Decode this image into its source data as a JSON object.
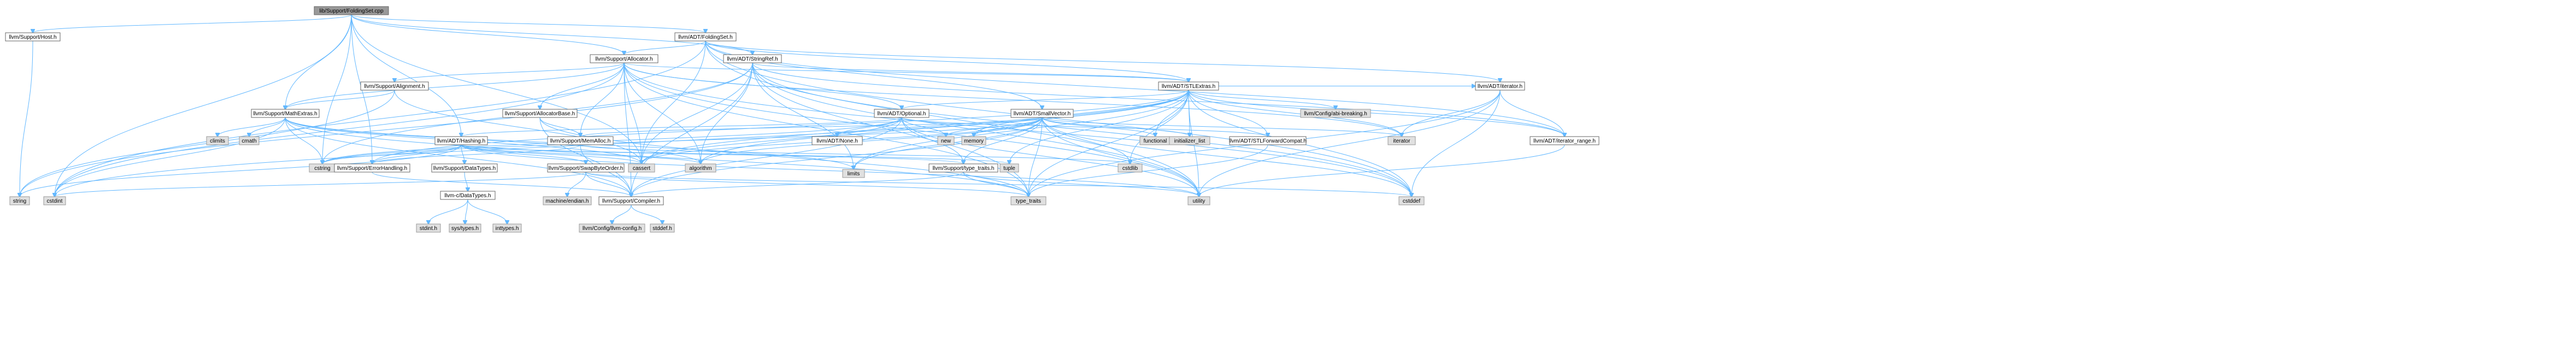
{
  "diagram": {
    "type": "include-dependency-graph",
    "colors": {
      "edge": "#63b8ff",
      "root_fill": "#999999",
      "external_fill": "#e0e0e0",
      "internal_fill": "#ffffff",
      "border": "#666666"
    },
    "nodes": [
      {
        "id": "root",
        "label": "lib/Support/FoldingSet.cpp",
        "kind": "root"
      },
      {
        "id": "host",
        "label": "llvm/Support/Host.h",
        "kind": "internal"
      },
      {
        "id": "foldingset",
        "label": "llvm/ADT/FoldingSet.h",
        "kind": "internal"
      },
      {
        "id": "allocator",
        "label": "llvm/Support/Allocator.h",
        "kind": "internal"
      },
      {
        "id": "stringref",
        "label": "llvm/ADT/StringRef.h",
        "kind": "internal"
      },
      {
        "id": "alignment",
        "label": "llvm/Support/Alignment.h",
        "kind": "internal"
      },
      {
        "id": "stlextras",
        "label": "llvm/ADT/STLExtras.h",
        "kind": "internal"
      },
      {
        "id": "breaking",
        "label": "llvm/Config/abi-breaking.h",
        "kind": "external"
      },
      {
        "id": "adtiterator",
        "label": "llvm/ADT/iterator.h",
        "kind": "internal"
      },
      {
        "id": "mathextras",
        "label": "llvm/Support/MathExtras.h",
        "kind": "internal"
      },
      {
        "id": "allocatorbase",
        "label": "llvm/Support/AllocatorBase.h",
        "kind": "internal"
      },
      {
        "id": "optional",
        "label": "llvm/ADT/Optional.h",
        "kind": "internal"
      },
      {
        "id": "smallvector",
        "label": "llvm/ADT/SmallVector.h",
        "kind": "internal"
      },
      {
        "id": "climits",
        "label": "climits",
        "kind": "external"
      },
      {
        "id": "cmath",
        "label": "cmath",
        "kind": "external"
      },
      {
        "id": "hashing",
        "label": "llvm/ADT/Hashing.h",
        "kind": "internal"
      },
      {
        "id": "memalloc",
        "label": "llvm/Support/MemAlloc.h",
        "kind": "internal"
      },
      {
        "id": "none",
        "label": "llvm/ADT/None.h",
        "kind": "internal"
      },
      {
        "id": "new",
        "label": "new",
        "kind": "external"
      },
      {
        "id": "memory",
        "label": "memory",
        "kind": "external"
      },
      {
        "id": "functional",
        "label": "functional",
        "kind": "external"
      },
      {
        "id": "initlist",
        "label": "initializer_list",
        "kind": "external"
      },
      {
        "id": "stlfwd",
        "label": "llvm/ADT/STLForwardCompat.h",
        "kind": "internal"
      },
      {
        "id": "iterator",
        "label": "iterator",
        "kind": "external"
      },
      {
        "id": "iterrange",
        "label": "llvm/ADT/iterator_range.h",
        "kind": "internal"
      },
      {
        "id": "limits",
        "label": "limits",
        "kind": "external"
      },
      {
        "id": "cstring",
        "label": "cstring",
        "kind": "external"
      },
      {
        "id": "errorhandling",
        "label": "llvm/Support/ErrorHandling.h",
        "kind": "internal"
      },
      {
        "id": "datatypes",
        "label": "llvm/Support/DataTypes.h",
        "kind": "internal"
      },
      {
        "id": "swapbyteorder",
        "label": "llvm/Support/SwapByteOrder.h",
        "kind": "internal"
      },
      {
        "id": "cassert",
        "label": "cassert",
        "kind": "external"
      },
      {
        "id": "algorithm",
        "label": "algorithm",
        "kind": "external"
      },
      {
        "id": "typetraits",
        "label": "llvm/Support/type_traits.h",
        "kind": "internal"
      },
      {
        "id": "tuple",
        "label": "tuple",
        "kind": "external"
      },
      {
        "id": "cstdlib",
        "label": "cstdlib",
        "kind": "external"
      },
      {
        "id": "string",
        "label": "string",
        "kind": "external"
      },
      {
        "id": "cstdint",
        "label": "cstdint",
        "kind": "external"
      },
      {
        "id": "cdatatypes",
        "label": "llvm-c/DataTypes.h",
        "kind": "internal"
      },
      {
        "id": "endian",
        "label": "machine/endian.h",
        "kind": "external"
      },
      {
        "id": "compiler",
        "label": "llvm/Support/Compiler.h",
        "kind": "internal"
      },
      {
        "id": "std_type_traits",
        "label": "type_traits",
        "kind": "external"
      },
      {
        "id": "utility",
        "label": "utility",
        "kind": "external"
      },
      {
        "id": "cstddef",
        "label": "cstddef",
        "kind": "external"
      },
      {
        "id": "stdint",
        "label": "stdint.h",
        "kind": "external"
      },
      {
        "id": "systypes",
        "label": "sys/types.h",
        "kind": "external"
      },
      {
        "id": "inttypes",
        "label": "inttypes.h",
        "kind": "external"
      },
      {
        "id": "llvmconfig",
        "label": "llvm/Config/llvm-config.h",
        "kind": "external"
      },
      {
        "id": "stddef",
        "label": "stddef.h",
        "kind": "external"
      }
    ],
    "edges": [
      [
        "root",
        "host"
      ],
      [
        "root",
        "foldingset"
      ],
      [
        "root",
        "allocator"
      ],
      [
        "root",
        "stringref"
      ],
      [
        "root",
        "mathextras"
      ],
      [
        "root",
        "hashing"
      ],
      [
        "root",
        "errorhandling"
      ],
      [
        "root",
        "cassert"
      ],
      [
        "root",
        "cstring"
      ],
      [
        "root",
        "cstdint"
      ],
      [
        "host",
        "string"
      ],
      [
        "foldingset",
        "allocator"
      ],
      [
        "foldingset",
        "stlextras"
      ],
      [
        "foldingset",
        "adtiterator"
      ],
      [
        "foldingset",
        "smallvector"
      ],
      [
        "foldingset",
        "iterrange"
      ],
      [
        "foldingset",
        "cassert"
      ],
      [
        "foldingset",
        "cstddef"
      ],
      [
        "foldingset",
        "cstdint"
      ],
      [
        "foldingset",
        "utility"
      ],
      [
        "allocator",
        "alignment"
      ],
      [
        "allocator",
        "stlextras"
      ],
      [
        "allocator",
        "allocatorbase"
      ],
      [
        "allocator",
        "compiler"
      ],
      [
        "allocator",
        "mathextras"
      ],
      [
        "allocator",
        "memalloc"
      ],
      [
        "allocator",
        "algorithm"
      ],
      [
        "allocator",
        "cassert"
      ],
      [
        "allocator",
        "cstddef"
      ],
      [
        "allocator",
        "cstdint"
      ],
      [
        "allocator",
        "iterator"
      ],
      [
        "allocator",
        "optional"
      ],
      [
        "allocator",
        "std_type_traits"
      ],
      [
        "allocator",
        "utility"
      ],
      [
        "stringref",
        "stlextras"
      ],
      [
        "stringref",
        "iterrange"
      ],
      [
        "stringref",
        "compiler"
      ],
      [
        "stringref",
        "algorithm"
      ],
      [
        "stringref",
        "cassert"
      ],
      [
        "stringref",
        "cstddef"
      ],
      [
        "stringref",
        "cstring"
      ],
      [
        "stringref",
        "limits"
      ],
      [
        "stringref",
        "string"
      ],
      [
        "stringref",
        "std_type_traits"
      ],
      [
        "stringref",
        "utility"
      ],
      [
        "alignment",
        "mathextras"
      ],
      [
        "alignment",
        "cassert"
      ],
      [
        "alignment",
        "string"
      ],
      [
        "stlextras",
        "breaking"
      ],
      [
        "stlextras",
        "optional"
      ],
      [
        "stlextras",
        "stlfwd"
      ],
      [
        "stlextras",
        "adtiterator"
      ],
      [
        "stlextras",
        "iterrange"
      ],
      [
        "stlextras",
        "errorhandling"
      ],
      [
        "stlextras",
        "algorithm"
      ],
      [
        "stlextras",
        "cassert"
      ],
      [
        "stlextras",
        "cstddef"
      ],
      [
        "stlextras",
        "cstdint"
      ],
      [
        "stlextras",
        "cstdlib"
      ],
      [
        "stlextras",
        "functional"
      ],
      [
        "stlextras",
        "initlist"
      ],
      [
        "stlextras",
        "iterator"
      ],
      [
        "stlextras",
        "limits"
      ],
      [
        "stlextras",
        "memory"
      ],
      [
        "stlextras",
        "tuple"
      ],
      [
        "stlextras",
        "std_type_traits"
      ],
      [
        "stlextras",
        "utility"
      ],
      [
        "adtiterator",
        "iterrange"
      ],
      [
        "adtiterator",
        "cstddef"
      ],
      [
        "adtiterator",
        "iterator"
      ],
      [
        "adtiterator",
        "std_type_traits"
      ],
      [
        "adtiterator",
        "utility"
      ],
      [
        "mathextras",
        "compiler"
      ],
      [
        "mathextras",
        "algorithm"
      ],
      [
        "mathextras",
        "cassert"
      ],
      [
        "mathextras",
        "climits"
      ],
      [
        "mathextras",
        "cmath"
      ],
      [
        "mathextras",
        "cstdint"
      ],
      [
        "mathextras",
        "cstring"
      ],
      [
        "mathextras",
        "limits"
      ],
      [
        "mathextras",
        "std_type_traits"
      ],
      [
        "allocatorbase",
        "compiler"
      ],
      [
        "allocatorbase",
        "memalloc"
      ],
      [
        "allocatorbase",
        "std_type_traits"
      ],
      [
        "optional",
        "hashing"
      ],
      [
        "optional",
        "none"
      ],
      [
        "optional",
        "stlfwd"
      ],
      [
        "optional",
        "compiler"
      ],
      [
        "optional",
        "typetraits"
      ],
      [
        "optional",
        "cassert"
      ],
      [
        "optional",
        "new"
      ],
      [
        "optional",
        "utility"
      ],
      [
        "optional",
        "cstring"
      ],
      [
        "smallvector",
        "compiler"
      ],
      [
        "smallvector",
        "typetraits"
      ],
      [
        "smallvector",
        "algorithm"
      ],
      [
        "smallvector",
        "cassert"
      ],
      [
        "smallvector",
        "cstddef"
      ],
      [
        "smallvector",
        "cstdlib"
      ],
      [
        "smallvector",
        "cstring"
      ],
      [
        "smallvector",
        "functional"
      ],
      [
        "smallvector",
        "initlist"
      ],
      [
        "smallvector",
        "iterator"
      ],
      [
        "smallvector",
        "limits"
      ],
      [
        "smallvector",
        "memory"
      ],
      [
        "smallvector",
        "new"
      ],
      [
        "smallvector",
        "std_type_traits"
      ],
      [
        "smallvector",
        "utility"
      ],
      [
        "smallvector",
        "memalloc"
      ],
      [
        "hashing",
        "errorhandling"
      ],
      [
        "hashing",
        "datatypes"
      ],
      [
        "hashing",
        "swapbyteorder"
      ],
      [
        "hashing",
        "typetraits"
      ],
      [
        "hashing",
        "algorithm"
      ],
      [
        "hashing",
        "cassert"
      ],
      [
        "hashing",
        "cstring"
      ],
      [
        "hashing",
        "string"
      ],
      [
        "hashing",
        "tuple"
      ],
      [
        "hashing",
        "utility"
      ],
      [
        "memalloc",
        "compiler"
      ],
      [
        "memalloc",
        "errorhandling"
      ],
      [
        "memalloc",
        "cstdlib"
      ],
      [
        "errorhandling",
        "compiler"
      ],
      [
        "datatypes",
        "cdatatypes"
      ],
      [
        "swapbyteorder",
        "compiler"
      ],
      [
        "swapbyteorder",
        "cstddef"
      ],
      [
        "swapbyteorder",
        "cstdint"
      ],
      [
        "swapbyteorder",
        "std_type_traits"
      ],
      [
        "swapbyteorder",
        "endian"
      ],
      [
        "typetraits",
        "compiler"
      ],
      [
        "typetraits",
        "std_type_traits"
      ],
      [
        "typetraits",
        "utility"
      ],
      [
        "stlfwd",
        "std_type_traits"
      ],
      [
        "iterrange",
        "utility"
      ],
      [
        "cdatatypes",
        "stdint"
      ],
      [
        "cdatatypes",
        "systypes"
      ],
      [
        "cdatatypes",
        "inttypes"
      ],
      [
        "compiler",
        "llvmconfig"
      ],
      [
        "compiler",
        "stddef"
      ]
    ]
  }
}
